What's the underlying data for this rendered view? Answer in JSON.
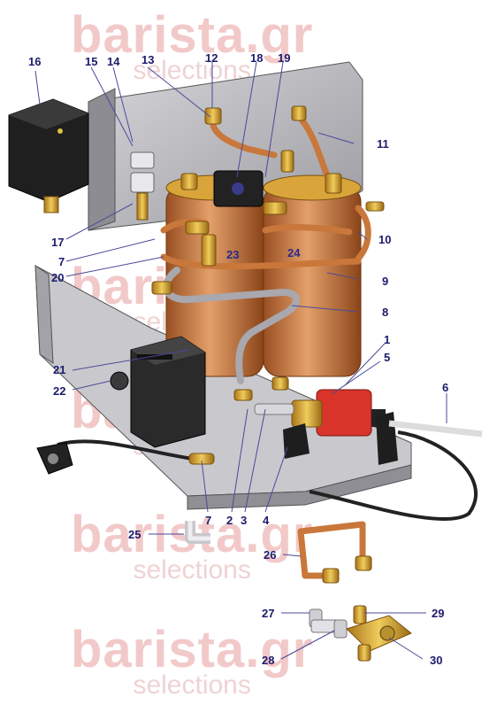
{
  "watermark": {
    "brand": "barista.gr",
    "sub": "selections"
  },
  "callouts": [
    {
      "id": "c1",
      "label": "1"
    },
    {
      "id": "c2",
      "label": "2"
    },
    {
      "id": "c3",
      "label": "3"
    },
    {
      "id": "c4",
      "label": "4"
    },
    {
      "id": "c5",
      "label": "5"
    },
    {
      "id": "c6",
      "label": "6"
    },
    {
      "id": "c7a",
      "label": "7"
    },
    {
      "id": "c7b",
      "label": "7"
    },
    {
      "id": "c8",
      "label": "8"
    },
    {
      "id": "c9",
      "label": "9"
    },
    {
      "id": "c10",
      "label": "10"
    },
    {
      "id": "c11",
      "label": "11"
    },
    {
      "id": "c12",
      "label": "12"
    },
    {
      "id": "c13",
      "label": "13"
    },
    {
      "id": "c14",
      "label": "14"
    },
    {
      "id": "c15",
      "label": "15"
    },
    {
      "id": "c16",
      "label": "16"
    },
    {
      "id": "c17",
      "label": "17"
    },
    {
      "id": "c18",
      "label": "18"
    },
    {
      "id": "c19",
      "label": "19"
    },
    {
      "id": "c20",
      "label": "20"
    },
    {
      "id": "c21",
      "label": "21"
    },
    {
      "id": "c22",
      "label": "22"
    },
    {
      "id": "c23",
      "label": "23"
    },
    {
      "id": "c24",
      "label": "24"
    },
    {
      "id": "c25",
      "label": "25"
    },
    {
      "id": "c26",
      "label": "26"
    },
    {
      "id": "c27",
      "label": "27"
    },
    {
      "id": "c28",
      "label": "28"
    },
    {
      "id": "c29",
      "label": "29"
    },
    {
      "id": "c30",
      "label": "30"
    }
  ],
  "colors": {
    "copper": "#c9773a",
    "brass": "#d9a53a",
    "steel": "#b8b8bc",
    "dark": "#2b2b2b",
    "pump": "#d8342a",
    "leader": "#4a4a9a",
    "label": "#1b1b6e",
    "watermark": "#f2c9c9"
  }
}
